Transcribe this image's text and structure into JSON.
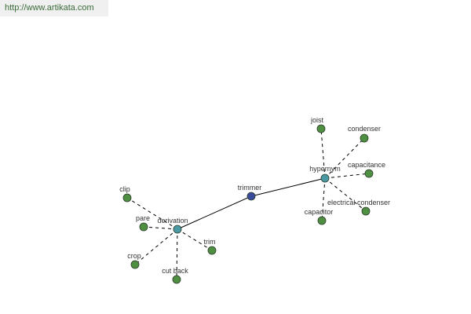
{
  "source_url": "http://www.artikata.com",
  "colors": {
    "center_node": "#3a4a9a",
    "hub_node": "#4a9aa6",
    "leaf_node": "#4f8f42",
    "node_stroke": "#2a3a2a",
    "edge": "#000000",
    "label": "#333333"
  },
  "nodes": [
    {
      "id": "trimmer",
      "label": "trimmer",
      "kind": "center"
    },
    {
      "id": "hypernym",
      "label": "hypernym",
      "kind": "hub"
    },
    {
      "id": "derivation",
      "label": "derivation",
      "kind": "hub"
    },
    {
      "id": "joist",
      "label": "joist",
      "kind": "leaf"
    },
    {
      "id": "condenser",
      "label": "condenser",
      "kind": "leaf"
    },
    {
      "id": "capacitance",
      "label": "capacitance",
      "kind": "leaf"
    },
    {
      "id": "electrical-condenser",
      "label": "electrical condenser",
      "kind": "leaf"
    },
    {
      "id": "capacitor",
      "label": "capacitor",
      "kind": "leaf"
    },
    {
      "id": "clip",
      "label": "clip",
      "kind": "leaf"
    },
    {
      "id": "pare",
      "label": "pare",
      "kind": "leaf"
    },
    {
      "id": "crop",
      "label": "crop",
      "kind": "leaf"
    },
    {
      "id": "cut-back",
      "label": "cut back",
      "kind": "leaf"
    },
    {
      "id": "trim",
      "label": "trim",
      "kind": "leaf"
    }
  ],
  "edges": [
    {
      "from": "trimmer",
      "to": "hypernym",
      "style": "solid"
    },
    {
      "from": "trimmer",
      "to": "derivation",
      "style": "solid"
    },
    {
      "from": "hypernym",
      "to": "joist",
      "style": "dashed"
    },
    {
      "from": "hypernym",
      "to": "condenser",
      "style": "dashed"
    },
    {
      "from": "hypernym",
      "to": "capacitance",
      "style": "dashed"
    },
    {
      "from": "hypernym",
      "to": "electrical-condenser",
      "style": "dashed"
    },
    {
      "from": "hypernym",
      "to": "capacitor",
      "style": "dashed"
    },
    {
      "from": "derivation",
      "to": "clip",
      "style": "dashed"
    },
    {
      "from": "derivation",
      "to": "pare",
      "style": "dashed"
    },
    {
      "from": "derivation",
      "to": "crop",
      "style": "dashed"
    },
    {
      "from": "derivation",
      "to": "cut-back",
      "style": "dashed"
    },
    {
      "from": "derivation",
      "to": "trim",
      "style": "dashed"
    }
  ]
}
